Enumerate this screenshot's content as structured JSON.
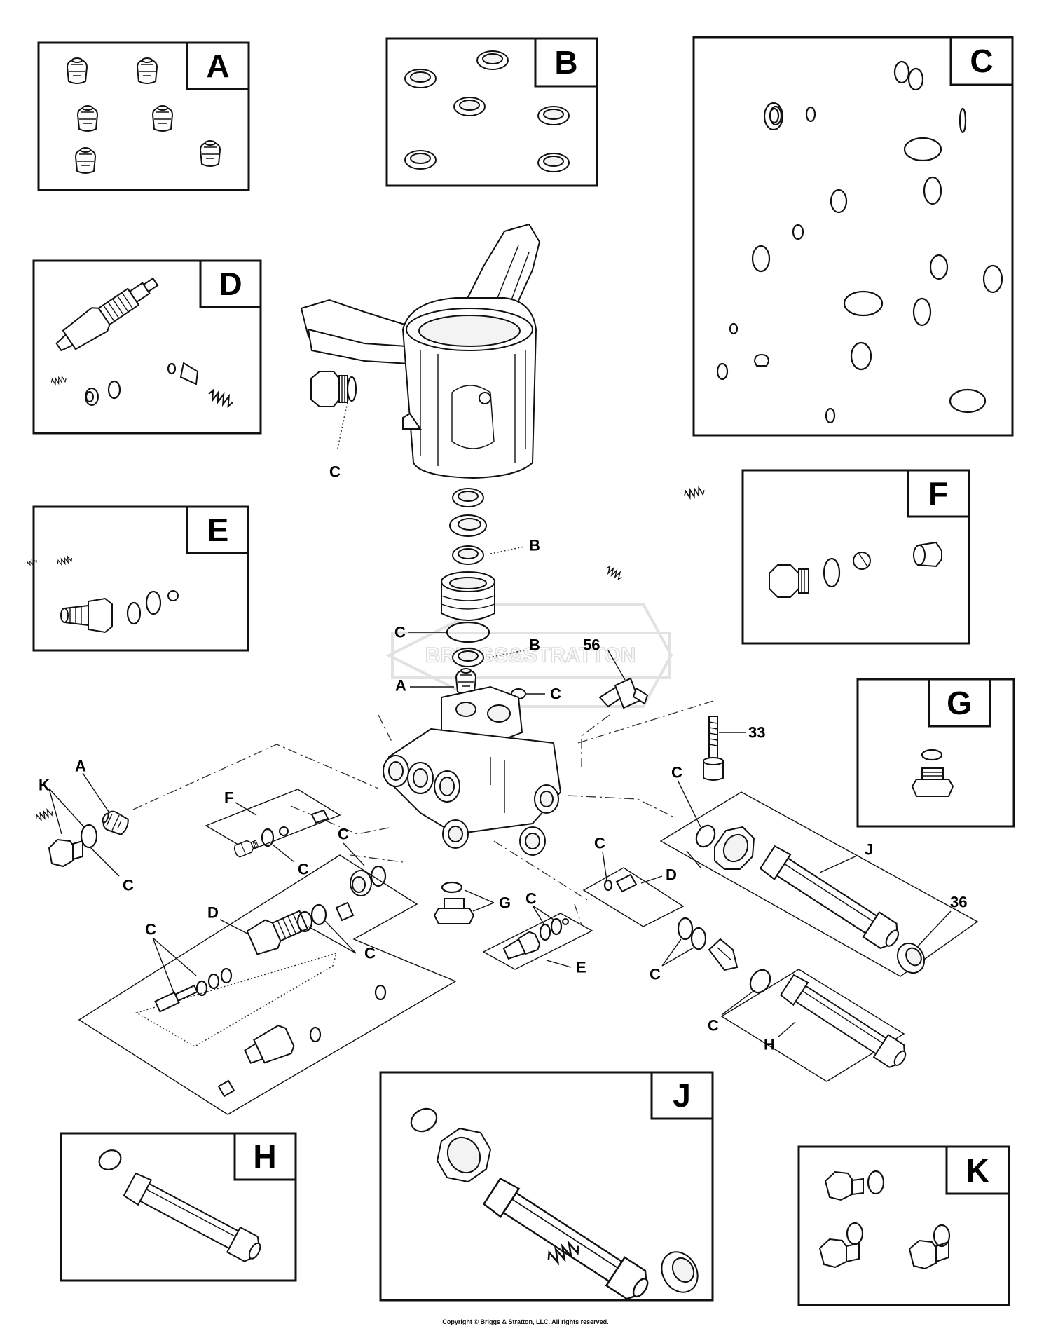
{
  "watermark": "BRIGGS&STRATTON",
  "kits": [
    {
      "id": "A",
      "label": "A"
    },
    {
      "id": "B",
      "label": "B"
    },
    {
      "id": "C",
      "label": "C"
    },
    {
      "id": "D",
      "label": "D"
    },
    {
      "id": "E",
      "label": "E"
    },
    {
      "id": "F",
      "label": "F"
    },
    {
      "id": "G",
      "label": "G"
    },
    {
      "id": "H",
      "label": "H"
    },
    {
      "id": "J",
      "label": "J"
    },
    {
      "id": "K",
      "label": "K"
    }
  ],
  "callouts": {
    "c_housing": "C",
    "b_upper": "B",
    "c_middle": "C",
    "b_lower": "B",
    "a_center": "A",
    "c_center": "C",
    "p56": "56",
    "p33": "33",
    "k_left": "K",
    "a_left": "A",
    "c_left": "C",
    "f_group": "F",
    "c_f_group": "C",
    "c_d_group_top": "C",
    "d_group": "D",
    "c_d_left": "C",
    "c_d_right": "C",
    "g_center": "G",
    "c_e_group": "C",
    "e_group": "E",
    "c_right_d": "C",
    "d_right": "D",
    "c_j_group": "C",
    "j_group": "J",
    "p36": "36",
    "c_h_pair": "C",
    "c_h_group": "C",
    "h_group": "H"
  },
  "copyright": "Copyright © Briggs & Stratton, LLC. All rights reserved."
}
